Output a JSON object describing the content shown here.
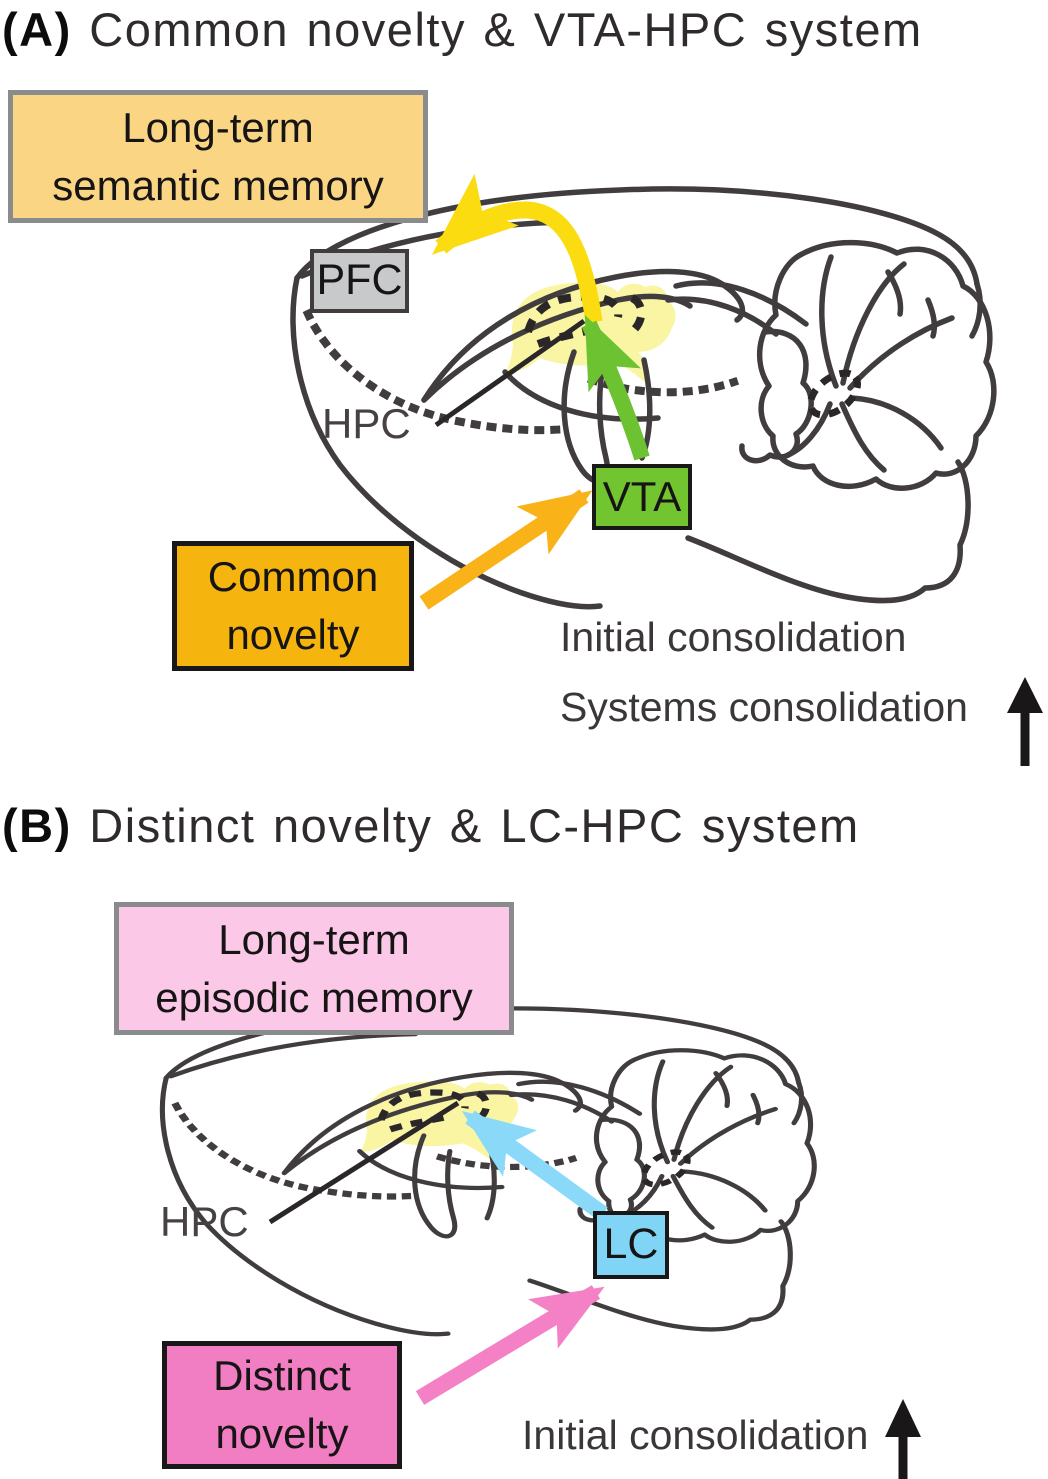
{
  "colors": {
    "outline": "#413d3e",
    "ink": "#2b2728",
    "hippocampus": "#f9f5a3",
    "box_semantic": "#fad583",
    "box_common": "#f6b40e",
    "box_vta": "#72c52e",
    "box_pfc": "#c8c9cb",
    "box_episodic": "#fbc9e7",
    "box_distinct": "#f17dc3",
    "box_lc": "#80d5f6",
    "arrow_yellow": "#fbdc10",
    "arrow_green": "#6cc230",
    "arrow_orange": "#f9b218",
    "arrow_cyan": "#8bd9f9",
    "arrow_pink": "#f481c5",
    "border_gray": "#8a8b8d",
    "border_dark": "#1a1718",
    "title": "#2f2b2c",
    "text_gray": "#3b3738"
  },
  "panel_a": {
    "tag": "(A)",
    "title": " Common novelty & VTA-HPC system",
    "memory_box": {
      "line1": "Long-term",
      "line2": "semantic memory"
    },
    "pfc_label": "PFC",
    "hpc_label": "HPC",
    "vta_label": "VTA",
    "novelty_box": {
      "line1": "Common",
      "line2": "novelty"
    },
    "consolidation_lines": [
      "Initial consolidation",
      "Systems consolidation"
    ],
    "arrows": [
      {
        "from": "Common novelty",
        "to": "VTA",
        "color": "#f9b218"
      },
      {
        "from": "VTA",
        "to": "HPC",
        "color": "#6cc230"
      },
      {
        "from": "HPC",
        "to": "PFC / Long-term semantic memory",
        "color": "#fbdc10"
      }
    ]
  },
  "panel_b": {
    "tag": "(B)",
    "title": " Distinct novelty & LC-HPC system",
    "memory_box": {
      "line1": "Long-term",
      "line2": "episodic memory"
    },
    "hpc_label": "HPC",
    "lc_label": "LC",
    "novelty_box": {
      "line1": "Distinct",
      "line2": "novelty"
    },
    "consolidation_lines": [
      "Initial consolidation"
    ],
    "arrows": [
      {
        "from": "Distinct novelty",
        "to": "LC",
        "color": "#f481c5"
      },
      {
        "from": "LC",
        "to": "HPC",
        "color": "#8bd9f9"
      }
    ]
  }
}
